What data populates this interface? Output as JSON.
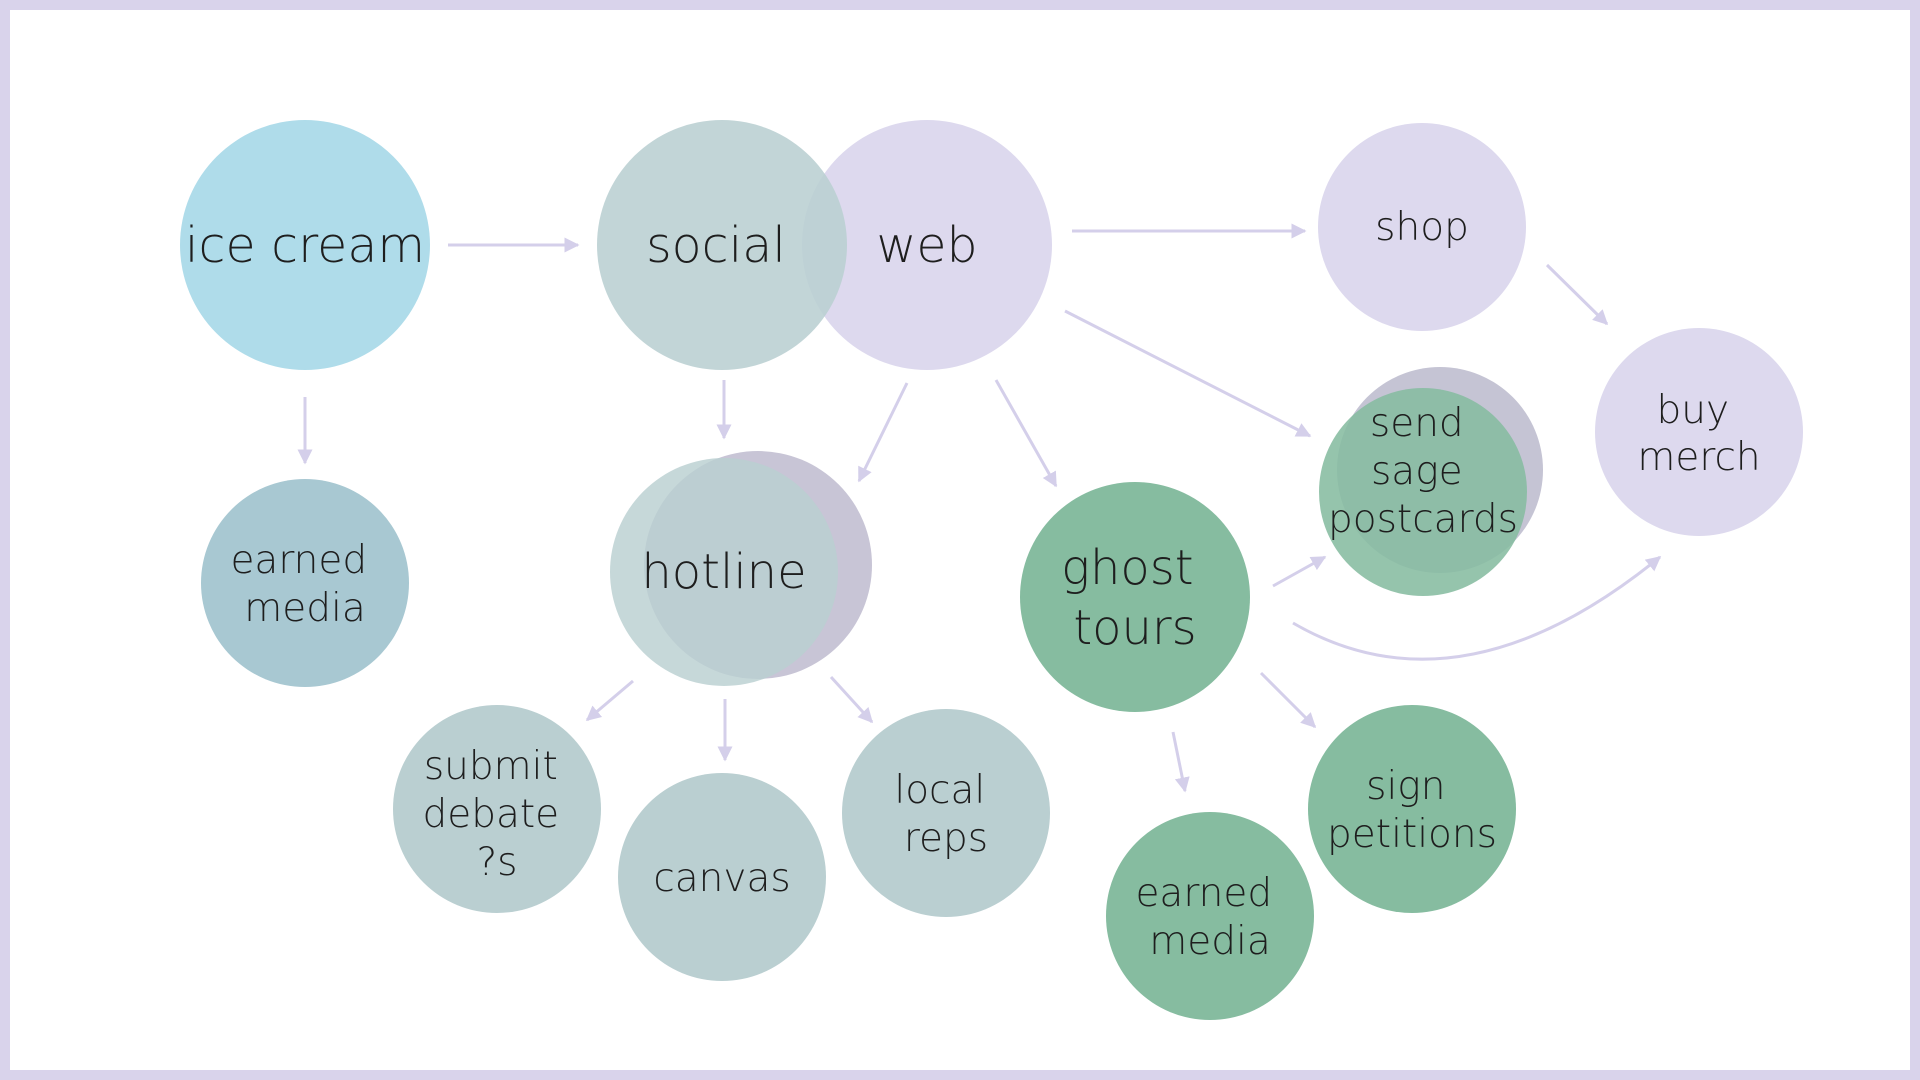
{
  "colors": {
    "frame": "#d9d3eb",
    "arrow": "#d4cfea",
    "ice_cream": "#afdcea",
    "teal_gray": "#bacfd1",
    "lavender": "#ddd9ee",
    "green": "#86bca0",
    "shadow": "#c5c4d4",
    "steel_blue": "#a8c8d2",
    "text": "#1e1e1e"
  },
  "nodes": {
    "ice_cream": {
      "lines": [
        "ice cream"
      ]
    },
    "social": {
      "lines": [
        "social"
      ]
    },
    "web": {
      "lines": [
        "web"
      ]
    },
    "shop": {
      "lines": [
        "shop"
      ]
    },
    "buy_merch": {
      "lines": [
        "buy",
        "merch"
      ]
    },
    "send_sage_postcards": {
      "lines": [
        "send",
        "sage",
        "postcards"
      ]
    },
    "earned_media_left": {
      "lines": [
        "earned",
        "media"
      ]
    },
    "hotline": {
      "lines": [
        "hotline"
      ]
    },
    "ghost_tours": {
      "lines": [
        "ghost",
        "tours"
      ]
    },
    "submit_debate": {
      "lines": [
        "submit",
        "debate",
        "?s"
      ]
    },
    "canvas": {
      "lines": [
        "canvas"
      ]
    },
    "local_reps": {
      "lines": [
        "local",
        "reps"
      ]
    },
    "earned_media_right": {
      "lines": [
        "earned",
        "media"
      ]
    },
    "sign_petitions": {
      "lines": [
        "sign",
        "petitions"
      ]
    }
  }
}
